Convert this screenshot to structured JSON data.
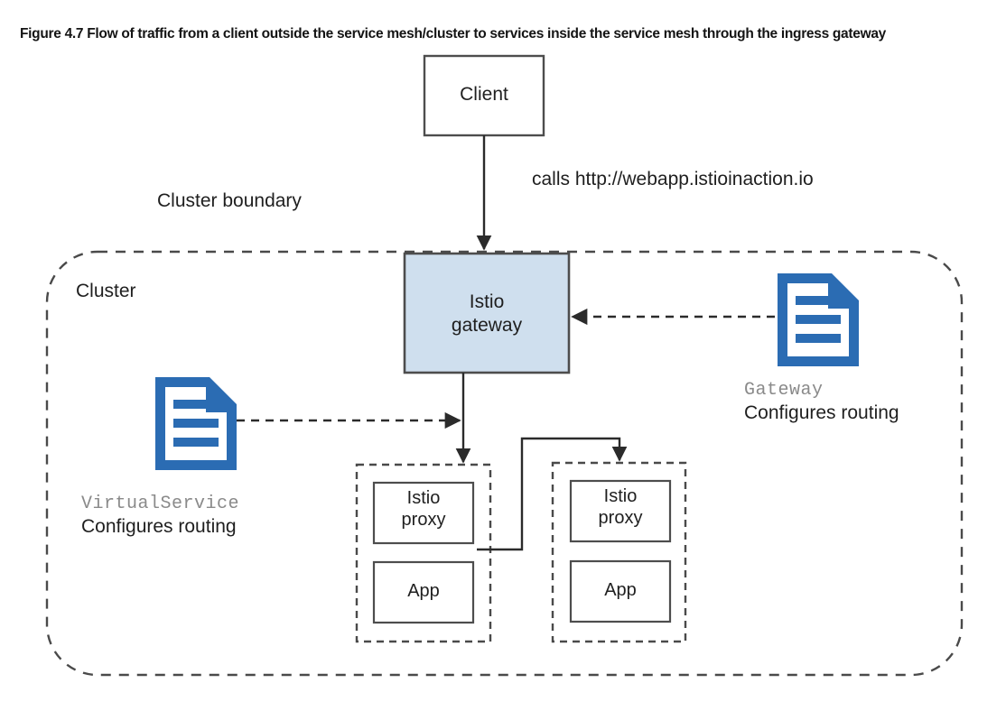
{
  "figure": {
    "caption": "Figure 4.7 Flow of traffic from a client outside the service mesh/cluster to services inside the service mesh through the ingress gateway"
  },
  "colors": {
    "gateway_fill": "#cfdfee",
    "gateway_stroke": "#4d4d4d",
    "doc_icon_blue": "#2b6cb3",
    "line": "#3c3c3c",
    "mono_text": "#8a8a8a",
    "text": "#1f1f1f"
  },
  "nodes": {
    "client": {
      "label": "Client"
    },
    "istio_gateway": {
      "label": "Istio\ngateway"
    },
    "cluster": {
      "label": "Cluster"
    },
    "cluster_boundary": {
      "label": "Cluster boundary"
    },
    "pod_left": {
      "proxy_label": "Istio\nproxy",
      "app_label": "App"
    },
    "pod_right": {
      "proxy_label": "Istio\nproxy",
      "app_label": "App"
    }
  },
  "annotations": {
    "client_call": "calls http://webapp.istioinaction.io"
  },
  "resources": {
    "virtual_service": {
      "kind": "VirtualService",
      "description": "Configures routing",
      "icon": "document-icon"
    },
    "gateway": {
      "kind": "Gateway",
      "description": "Configures routing",
      "icon": "document-icon"
    }
  },
  "edges": [
    {
      "name": "client-to-gateway",
      "style": "solid",
      "from": "client",
      "to": "istio_gateway"
    },
    {
      "name": "gateway-resource-to-istio-gateway",
      "style": "dashed",
      "from": "gateway",
      "to": "istio_gateway"
    },
    {
      "name": "virtualservice-to-traffic-path",
      "style": "dashed",
      "from": "virtual_service",
      "to": "traffic-path"
    },
    {
      "name": "istio-gateway-to-pod-left",
      "style": "solid",
      "from": "istio_gateway",
      "to": "pod_left"
    },
    {
      "name": "pod-left-to-pod-right",
      "style": "solid",
      "from": "pod_left",
      "to": "pod_right"
    }
  ]
}
